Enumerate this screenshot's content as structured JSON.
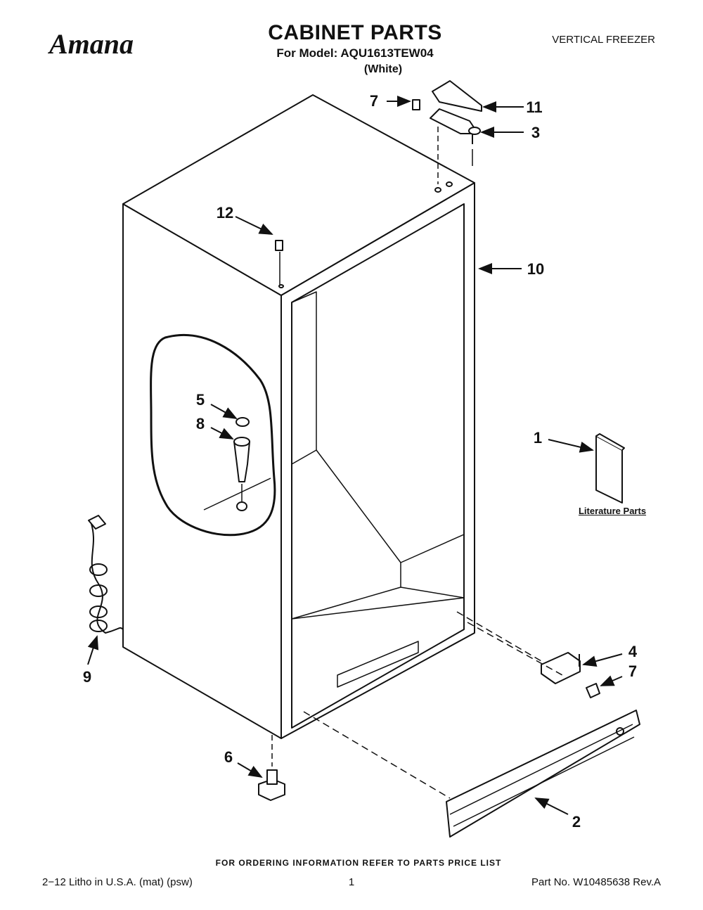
{
  "header": {
    "brand": "Amana",
    "title": "CABINET PARTS",
    "model_line": "For Model: AQU1613TEW04",
    "color": "(White)",
    "product_type": "VERTICAL FREEZER"
  },
  "diagram": {
    "literature_label": "Literature Parts",
    "callouts": [
      "7",
      "11",
      "3",
      "12",
      "10",
      "5",
      "8",
      "1",
      "9",
      "4",
      "7",
      "6",
      "2"
    ]
  },
  "footer": {
    "ordering_note": "FOR ORDERING INFORMATION REFER TO PARTS PRICE LIST",
    "litho": "2−12 Litho in U.S.A. (mat) (psw)",
    "page_number": "1",
    "part_number": "Part No. W10485638 Rev.A"
  },
  "colors": {
    "ink": "#111111",
    "paper": "#ffffff"
  }
}
